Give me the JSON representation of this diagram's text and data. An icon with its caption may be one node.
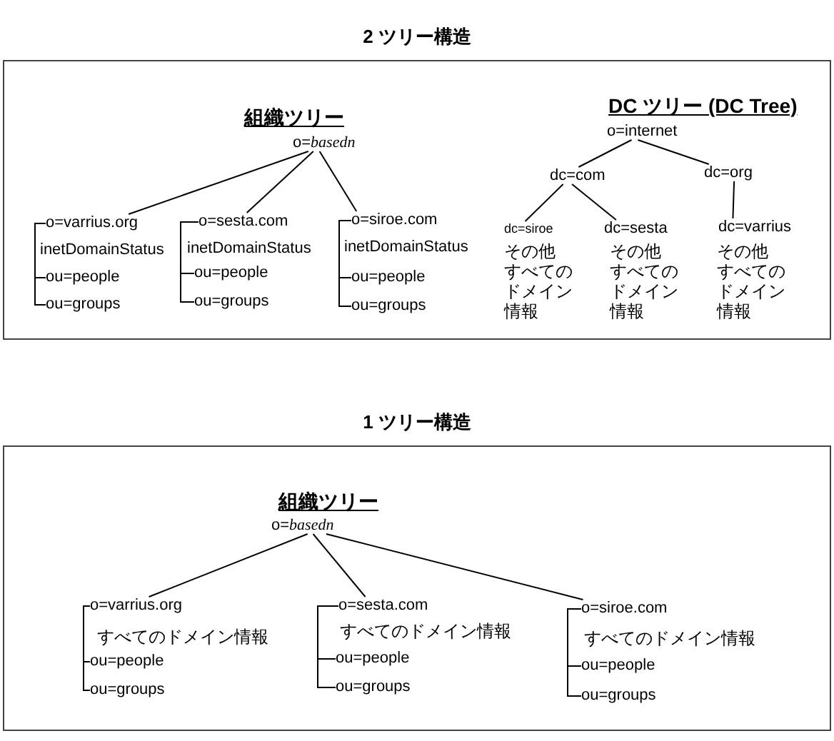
{
  "diagram": {
    "nodes": [
      {
        "text": [
          "2 ツリー構造"
        ]
      },
      {
        "text": [
          "o=*basedn*"
        ],
        "in": 0
      },
      {
        "text": [
          "o=varrius.org"
        ],
        "beside": [
          "inetDomainStatus"
        ],
        "in": 0
      },
      {
        "text": [
          "ou=people"
        ],
        "in": 0
      },
      {
        "text": [
          "ou=groups"
        ],
        "in": 0
      },
      {
        "text": [
          "o=sesta.com"
        ],
        "beside": [
          "inetDomainStatus"
        ],
        "in": 0
      },
      {
        "text": [
          "ou=people"
        ],
        "in": 0
      },
      {
        "text": [
          "ou=groups"
        ],
        "in": 0
      },
      {
        "text": [
          "o=siroe.com"
        ],
        "beside": [
          "inetDomainStatus"
        ],
        "in": 0
      },
      {
        "text": [
          "ou=people"
        ],
        "in": 0
      },
      {
        "text": [
          "ou=groups"
        ],
        "in": 0
      },
      {
        "text": [
          "o=internet"
        ],
        "in": 0
      },
      {
        "text": [
          "dc=com"
        ],
        "in": 0
      },
      {
        "text": [
          "dc=org"
        ],
        "in": 0
      },
      {
        "text": [
          "dc=siroe"
        ],
        "beside": [
          "その他すべてのドメイン情報"
        ],
        "in": 0
      },
      {
        "text": [
          "dc=sesta"
        ],
        "beside": [
          "その他すべてのドメイン情報"
        ],
        "in": 0
      },
      {
        "text": [
          "dc=varrius"
        ],
        "beside": [
          "その他すべてのドメイン情報"
        ],
        "in": 0
      },
      {
        "text": [
          "1 ツリー構造"
        ]
      },
      {
        "text": [
          "o=*basedn*"
        ],
        "in": 17
      },
      {
        "text": [
          "o=varrius.org"
        ],
        "beside": [
          "すべてのドメイン情報"
        ],
        "in": 17
      },
      {
        "text": [
          "ou=people"
        ],
        "in": 17
      },
      {
        "text": [
          "ou=groups"
        ],
        "in": 17
      },
      {
        "text": [
          "o=sesta.com"
        ],
        "beside": [
          "すべてのドメイン情報"
        ],
        "in": 17
      },
      {
        "text": [
          "ou=people"
        ],
        "in": 17
      },
      {
        "text": [
          "ou=groups"
        ],
        "in": 17
      },
      {
        "text": [
          "o=siroe.com"
        ],
        "beside": [
          "すべてのドメイン情報"
        ],
        "in": 17
      },
      {
        "text": [
          "ou=people"
        ],
        "in": 17
      },
      {
        "text": [
          "ou=groups"
        ],
        "in": 17
      }
    ],
    "edges": [
      {
        "from": 1,
        "to": 2,
        "arrow": "none"
      },
      {
        "from": 1,
        "to": 5,
        "arrow": "none"
      },
      {
        "from": 1,
        "to": 8,
        "arrow": "none"
      },
      {
        "from": 2,
        "to": 3,
        "arrow": "none"
      },
      {
        "from": 2,
        "to": 4,
        "arrow": "none"
      },
      {
        "from": 5,
        "to": 6,
        "arrow": "none"
      },
      {
        "from": 5,
        "to": 7,
        "arrow": "none"
      },
      {
        "from": 8,
        "to": 9,
        "arrow": "none"
      },
      {
        "from": 8,
        "to": 10,
        "arrow": "none"
      },
      {
        "from": 11,
        "to": 12,
        "arrow": "none"
      },
      {
        "from": 11,
        "to": 13,
        "arrow": "none"
      },
      {
        "from": 12,
        "to": 14,
        "arrow": "none"
      },
      {
        "from": 12,
        "to": 15,
        "arrow": "none"
      },
      {
        "from": 13,
        "to": 16,
        "arrow": "none"
      },
      {
        "from": 18,
        "to": 19,
        "arrow": "none"
      },
      {
        "from": 18,
        "to": 22,
        "arrow": "none"
      },
      {
        "from": 18,
        "to": 25,
        "arrow": "none"
      },
      {
        "from": 19,
        "to": 20,
        "arrow": "none"
      },
      {
        "from": 19,
        "to": 21,
        "arrow": "none"
      },
      {
        "from": 22,
        "to": 23,
        "arrow": "none"
      },
      {
        "from": 22,
        "to": 24,
        "arrow": "none"
      },
      {
        "from": 25,
        "to": 26,
        "arrow": "none"
      },
      {
        "from": 25,
        "to": 27,
        "arrow": "none"
      }
    ],
    "labels": [
      "組織ツリー",
      "DC ツリー (DC Tree)",
      "組織ツリー"
    ]
  }
}
